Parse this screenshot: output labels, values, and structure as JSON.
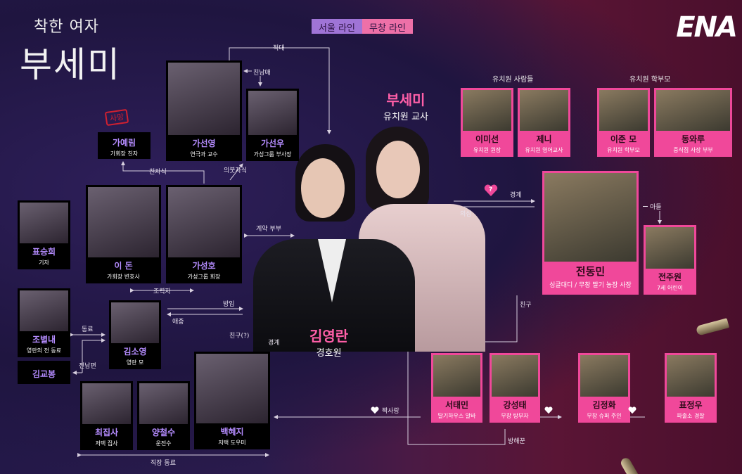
{
  "title": {
    "small": "착한 여자",
    "main": "부세미"
  },
  "legend": {
    "seoul": "서울 라인",
    "muchang": "무창 라인"
  },
  "logo": "ENA",
  "stamp": "사망",
  "main_characters": {
    "busemi": {
      "name": "부세미",
      "role": "유치원 교사"
    },
    "youngran": {
      "name": "김영란",
      "role": "경호원"
    }
  },
  "groups": {
    "kindergarten_people": "유치원 사람들",
    "kindergarten_parents": "유치원 학부모"
  },
  "seoul": [
    {
      "name": "가예림",
      "role": "가회장 친자"
    },
    {
      "name": "가선영",
      "role": "연극과 교수"
    },
    {
      "name": "가선우",
      "role": "가성그룹 부사장"
    },
    {
      "name": "표승희",
      "role": "기자"
    },
    {
      "name": "이 돈",
      "role": "가회장 변호사"
    },
    {
      "name": "가성호",
      "role": "가성그룹 회장"
    },
    {
      "name": "조별내",
      "role": "영란의 전 동료"
    },
    {
      "name": "김교봉",
      "role": ""
    },
    {
      "name": "김소영",
      "role": "영란 모"
    },
    {
      "name": "최집사",
      "role": "저택 집사"
    },
    {
      "name": "양철수",
      "role": "운전수"
    },
    {
      "name": "백혜지",
      "role": "저택 도우미"
    }
  ],
  "muchang": [
    {
      "name": "이미선",
      "role": "유치원 원장"
    },
    {
      "name": "제니",
      "role": "유치원 영어교사"
    },
    {
      "name": "이준 모",
      "role": "유치원 학부모"
    },
    {
      "name": "동와루",
      "role": "중식집 사장 부부"
    },
    {
      "name": "전동민",
      "role": "싱글대디 / 무창 딸기 농장 사장"
    },
    {
      "name": "전주원",
      "role": "7세 어린이"
    },
    {
      "name": "서태민",
      "role": "딸기하우스 알바"
    },
    {
      "name": "강성태",
      "role": "무창 탕부자"
    },
    {
      "name": "김정화",
      "role": "무창 슈퍼 주인"
    },
    {
      "name": "표정우",
      "role": "파출소 경찰"
    }
  ],
  "relations": {
    "hostility": "적대",
    "siblings": "친남매",
    "own_child": "친자식",
    "step_child": "의붓자식",
    "contract_couple": "계약 부부",
    "helper": "조력자",
    "neglect": "방임",
    "love_hate": "애증",
    "colleague": "동료",
    "ex_husband": "전남편",
    "friend_q": "친구(?)",
    "wary": "경계",
    "work_colleague": "직장 동료",
    "wary2": "경계",
    "suspicion": "의심",
    "son": "아들",
    "friend": "친구",
    "crush": "짝사랑",
    "obstacle": "방해꾼",
    "question": "?"
  },
  "colors": {
    "seoul": "#9f74d6",
    "muchang": "#f0489a",
    "main_name": "#ff5fa8"
  }
}
